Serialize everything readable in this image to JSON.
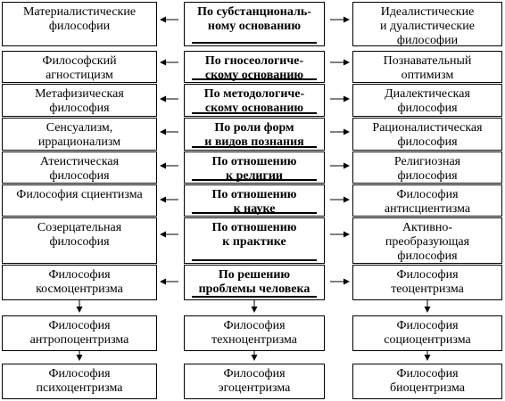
{
  "center": [
    "По субстанциональ-\nному основанию",
    "По гносеологиче-\nскому основанию",
    "По методологиче-\nскому основанию",
    "По роли форм\nи видов познания",
    "По отношению\nк религии",
    "По отношению\nк науке",
    "По отношению\nк практике",
    "По решению\nпроблемы человека"
  ],
  "left": [
    "Материалистические\nфилософии",
    "Философский\nагностицизм",
    "Метафизическая\nфилософия",
    "Сенсуализм,\nиррационализм",
    "Атеистическая\nфилософия",
    "Философия сциентизма",
    "Созерцательная\nфилософия",
    "Философия\nкосмоцентризма"
  ],
  "right": [
    "Идеалистические\nи дуалистические\nфилософии",
    "Познавательный\nоптимизм",
    "Диалектическая\nфилософия",
    "Рационалистическая\nфилософия",
    "Религиозная\nфилософия",
    "Философия\nантисциентизма",
    "Активно-\nпреобразующая\nфилософия",
    "Философия\nтеоцентризма"
  ],
  "bottom": {
    "left": [
      "Философия\nантропоцентризма",
      "Философия\nпсихоцентризма"
    ],
    "center": [
      "Философия\nтехноцентризма",
      "Философия\nэгоцентризма"
    ],
    "right": [
      "Философия\nсоциоцентризма",
      "Философия\nбиоцентризма"
    ]
  }
}
